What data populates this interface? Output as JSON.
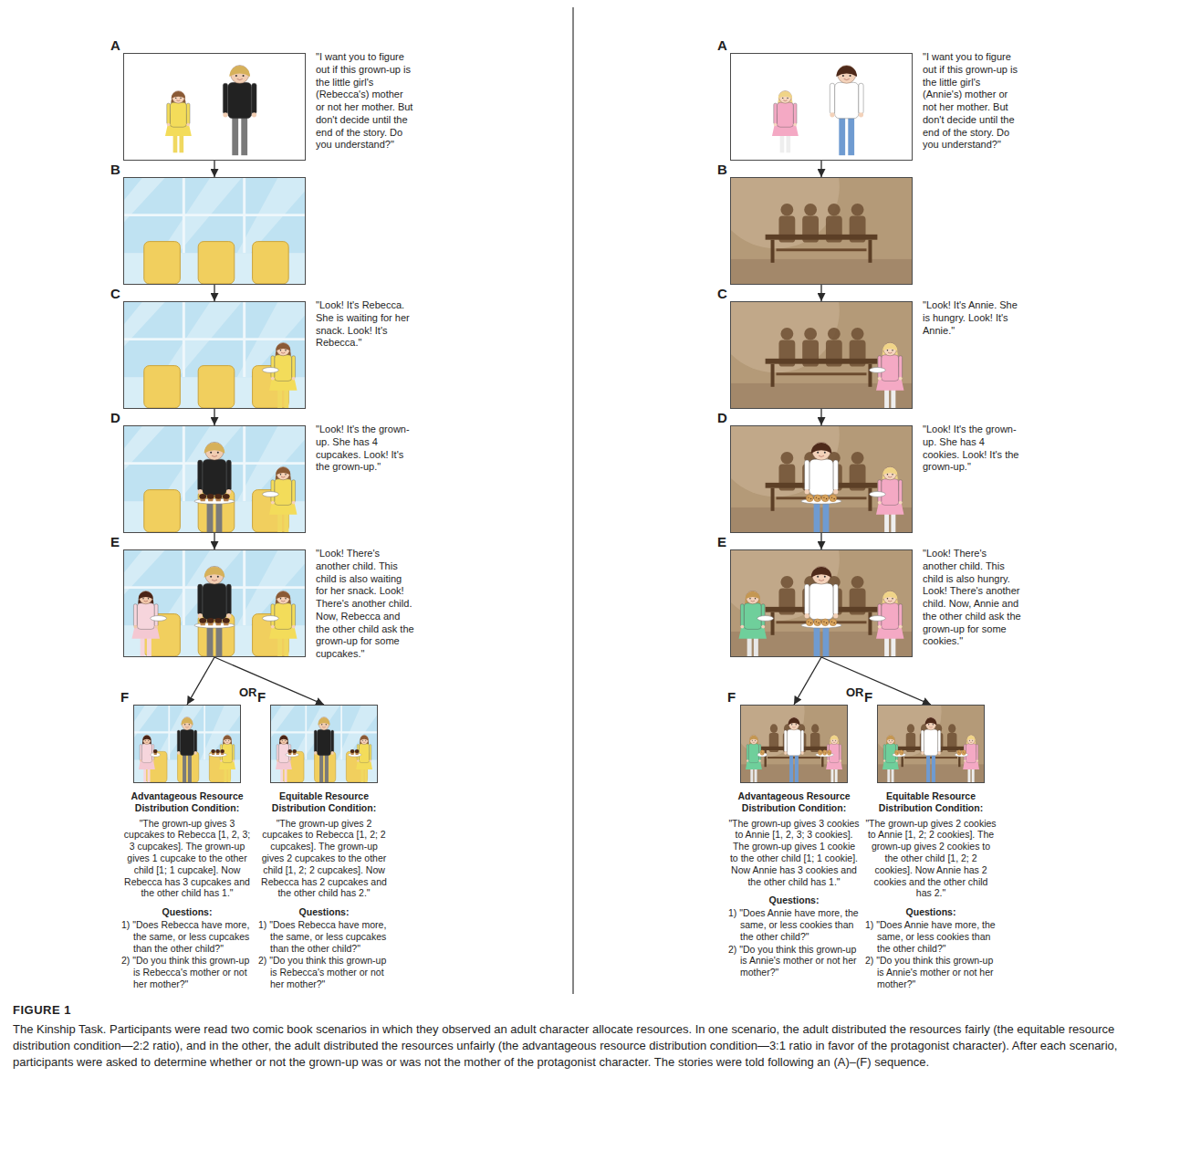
{
  "diagram": {
    "caption": "The Kinship Task. Participants were read two comic book scenarios in which they observed an adult character allocate resources. In one scenario, the adult distributed the resources fairly (the equitable resource distribution condition—2:2 ratio), and in the other, the adult distributed the resources unfairly (the advantageous resource distribution condition—3:1 ratio in favor of the protagonist character). After each scenario, participants were asked to determine whether or not the grown-up was or was not the mother of the protagonist character. The stories were told following an (A)–(F) sequence.",
    "nodes": [
      {
        "text": [
          "A"
        ]
      },
      {
        "text": [
          "B"
        ]
      },
      {
        "text": [
          "C"
        ]
      },
      {
        "text": [
          "D"
        ]
      },
      {
        "text": [
          "E"
        ]
      },
      {
        "text": [
          "F"
        ]
      },
      {
        "text": [
          "F"
        ]
      },
      {
        "text": [
          "A"
        ]
      },
      {
        "text": [
          "B"
        ]
      },
      {
        "text": [
          "C"
        ]
      },
      {
        "text": [
          "D"
        ]
      },
      {
        "text": [
          "E"
        ]
      },
      {
        "text": [
          "F"
        ]
      },
      {
        "text": [
          "F"
        ]
      }
    ],
    "edges": [
      {
        "from": 0,
        "to": 1,
        "arrow": "to"
      },
      {
        "from": 1,
        "to": 2,
        "arrow": "to"
      },
      {
        "from": 2,
        "to": 3,
        "arrow": "to"
      },
      {
        "from": 3,
        "to": 4,
        "arrow": "to"
      },
      {
        "from": 4,
        "to": 5,
        "arrow": "to"
      },
      {
        "from": 4,
        "to": 6,
        "arrow": "to"
      },
      {
        "from": 7,
        "to": 8,
        "arrow": "to"
      },
      {
        "from": 8,
        "to": 9,
        "arrow": "to"
      },
      {
        "from": 9,
        "to": 10,
        "arrow": "to"
      },
      {
        "from": 10,
        "to": 11,
        "arrow": "to"
      },
      {
        "from": 11,
        "to": 12,
        "arrow": "to"
      },
      {
        "from": 11,
        "to": 13,
        "arrow": "to"
      }
    ],
    "labels": [
      "\"I want you to figure out if this grown-up is the little girl's (Rebecca's) mother or not her mother. But don't decide until the end of the story. Do you understand?\"",
      "\"Look! It's Rebecca. She is waiting for her snack. Look! It's Rebecca.\"",
      "\"Look! It's the grown-up. She has 4 cupcakes. Look! It's the grown-up.\"",
      "\"Look! There's another child. This child is also waiting for her snack. Look! There's another child. Now, Rebecca and the other child ask the grown-up for some cupcakes.\"",
      "OR",
      "Advantageous Resource Distribution Condition:",
      "\"The grown-up gives 3 cupcakes to Rebecca [1, 2, 3; 3 cupcakes]. The grown-up gives 1 cupcake to the other child [1; 1 cupcake]. Now Rebecca has 3 cupcakes and the other child has 1.\"",
      "Questions:",
      "1) \"Does Rebecca have more, the same, or less cupcakes than the other child?\"",
      "2) \"Do you think this grown-up is Rebecca's mother or not her mother?\"",
      "Equitable Resource Distribution Condition:",
      "\"The grown-up gives 2 cupcakes to Rebecca [1, 2; 2 cupcakes]. The grown-up gives 2 cupcakes to the other child [1, 2; 2 cupcakes]. Now Rebecca has 2 cupcakes and the other child has 2.\"",
      "Questions:",
      "1) \"Does Rebecca have more, the same, or less cupcakes than the other child?\"",
      "2) \"Do you think this grown-up is Rebecca's mother or not her mother?\"",
      "\"I want you to figure out if this grown-up is the little girl's (Annie's) mother or not her mother. But don't decide until the end of the story. Do you understand?\"",
      "\"Look! It's Annie. She is hungry. Look! It's Annie.\"",
      "\"Look! It's the grown-up. She has 4 cookies. Look! It's the grown-up.\"",
      "\"Look! There's another child. This child is also hungry. Look! There's another child. Now, Annie and the other child ask the grown-up for some cookies.\"",
      "OR",
      "Advantageous Resource Distribution Condition:",
      "\"The grown-up gives 3 cookies to Annie [1, 2, 3; 3 cookies]. The grown-up gives 1 cookie to the other child [1; 1 cookie]. Now Annie has 3 cookies and the other child has 1.\"",
      "Questions:",
      "1) \"Does Annie have more, the same, or less cookies than the other child?\"",
      "2) \"Do you think this grown-up is Annie's mother or not her mother?\"",
      "Equitable Resource Distribution Condition:",
      "\"The grown-up gives 2 cookies to Annie [1, 2; 2 cookies]. The grown-up gives 2 cookies to the other child [1, 2; 2 cookies]. Now Annie has 2 cookies and the other child has 2.\"",
      "Questions:",
      "1) \"Does Annie have more, the same, or less cookies than the other child?\"",
      "2) \"Do you think this grown-up is Annie's mother or not her mother?\"",
      "FIGURE 1"
    ]
  }
}
